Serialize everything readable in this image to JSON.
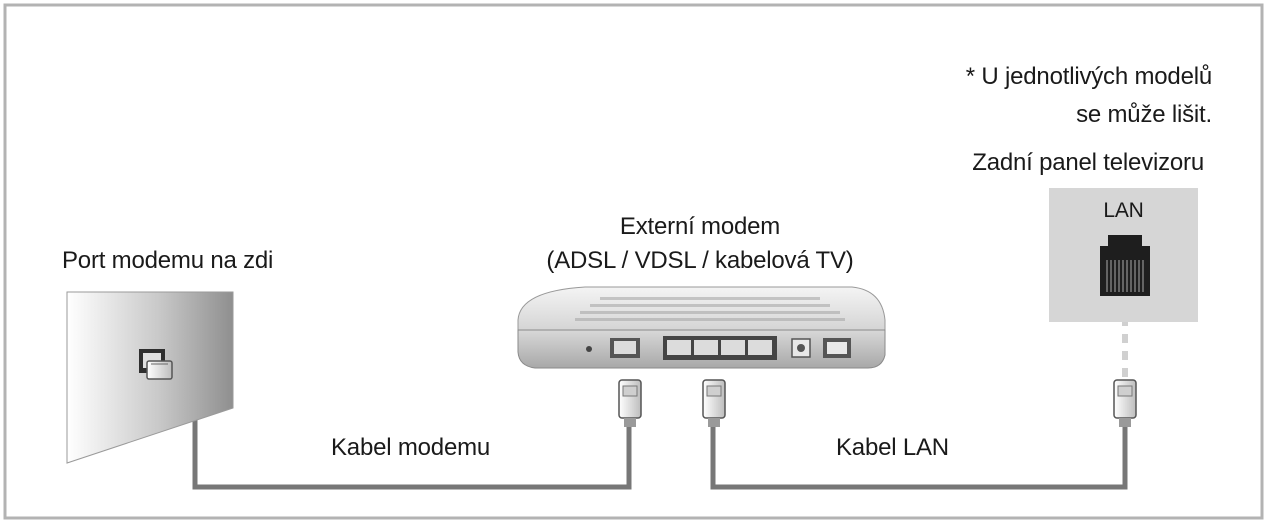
{
  "note": {
    "line1": "* U jednotlivých modelů",
    "line2": "se může lišit."
  },
  "tv_panel": {
    "title": "Zadní panel televizoru",
    "port_label": "LAN"
  },
  "modem": {
    "title_line1": "Externí modem",
    "title_line2": "(ADSL / VDSL / kabelová TV)"
  },
  "wall": {
    "title": "Port modemu na zdi"
  },
  "cables": {
    "modem_cable": "Kabel modemu",
    "lan_cable": "Kabel LAN"
  },
  "colors": {
    "frame": "#b3b3b3",
    "cable": "#777777",
    "panel": "#d6d6d6"
  }
}
